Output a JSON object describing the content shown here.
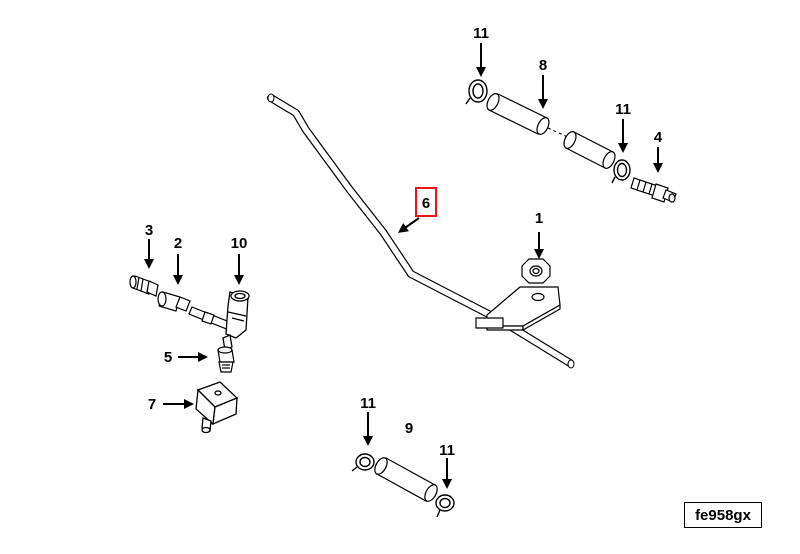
{
  "callouts": {
    "c1": "1",
    "c2": "2",
    "c3": "3",
    "c4": "4",
    "c5": "5",
    "c6": "6",
    "c7": "7",
    "c8": "8",
    "c9": "9",
    "c10": "10",
    "c11_top": "11",
    "c11_mid": "11",
    "c11_bottom_left": "11",
    "c11_bottom_right": "11"
  },
  "highlight_color": "#e8141c",
  "reference_code": "fe958gx"
}
